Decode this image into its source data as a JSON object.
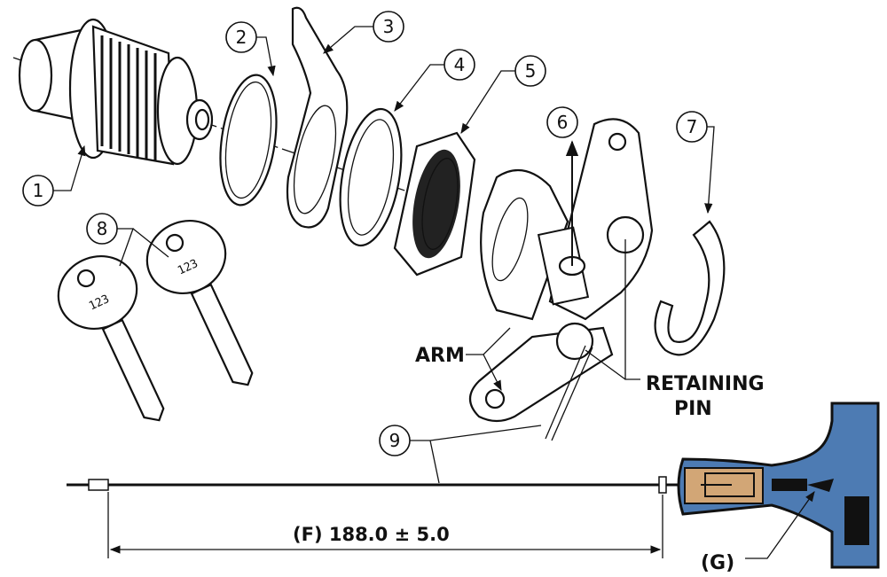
{
  "callouts": [
    "1",
    "2",
    "3",
    "4",
    "5",
    "6",
    "7",
    "8",
    "9"
  ],
  "labels": {
    "arm": "ARM",
    "retaining_pin_line1": "RETAINING",
    "retaining_pin_line2": "PIN",
    "dimension": "(F)  188.0  ±  5.0",
    "g": "(G)"
  },
  "key_number": "123",
  "colors": {
    "tool_blue": "#4d7bb3",
    "tool_tan": "#d2a676",
    "line": "#111111"
  }
}
